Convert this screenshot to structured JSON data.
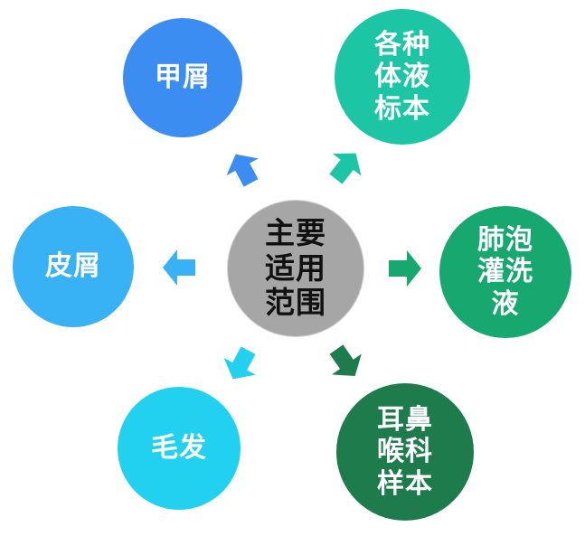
{
  "center": {
    "label": "主要\n适用\n范围",
    "color": "#a6a6a6"
  },
  "nodes": [
    {
      "id": "nail-scraping",
      "label": "甲屑",
      "color": "#3c8df2"
    },
    {
      "id": "body-fluid-specimens",
      "label": "各种\n体液\n标本",
      "color": "#1cc6a5"
    },
    {
      "id": "skin-scraping",
      "label": "皮屑",
      "color": "#38b1f5"
    },
    {
      "id": "bronchoalveolar-lavage",
      "label": "肺泡\n灌洗\n液",
      "color": "#17a870"
    },
    {
      "id": "hair",
      "label": "毛发",
      "color": "#22d1f0"
    },
    {
      "id": "ent-specimens",
      "label": "耳鼻\n喉科\n样本",
      "color": "#1e7b4b"
    }
  ]
}
